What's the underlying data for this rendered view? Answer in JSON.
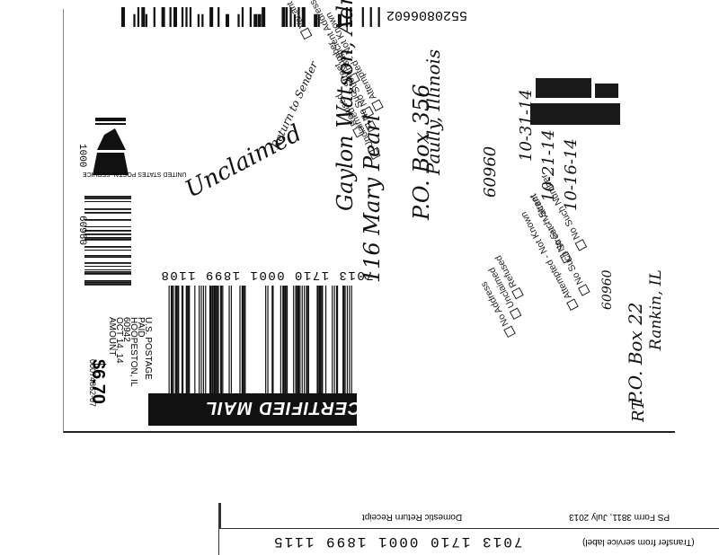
{
  "top_barcode_number": "5520806602",
  "usps_logo_text": "UNITED STATES POSTAL SERVICE",
  "left_numbers": {
    "n1": "1000",
    "n2": "60960"
  },
  "postage": {
    "line1": "U.S. POSTAGE",
    "line2": "PAID",
    "line3": "HOOPESTON, IL",
    "line4": "60942",
    "line5": "OCT 14, 14",
    "line6": "AMOUNT",
    "amount": "$6.70",
    "code": "00074862-07"
  },
  "tracking_number": "7013 1710 0001 1899 1108",
  "certified_mail": "CERTIFIED MAIL",
  "handwriting": {
    "recipient_name": "Gaylon Watson, Adm. Mary Pearl",
    "street": "116 Mary Pearl",
    "po_box": "P.O. Box 356",
    "unclaimed": "Unclaimed",
    "ret_name": "Paully, Illinois",
    "city_zip_1": "60960",
    "dates": [
      "10-16-14",
      "10-21-14",
      "10-31-14"
    ],
    "side_box": "P.O. Box 22",
    "side_city": "Rankin, IL",
    "side_zip": "60960",
    "return_to": "Return to Sender",
    "initials": "RT"
  },
  "checklist_top": [
    "Vacant",
    "Insufficient Address",
    "Attempted - Not Known",
    "No Such Number",
    "No Such Street",
    "Refused",
    "Unclaimed"
  ],
  "checklist_right": [
    "No Such Number",
    "No Such Street",
    "No Such Street - Vacant",
    "Attempted - Not Known",
    "Refused",
    "Unclaimed",
    "No Address"
  ],
  "receipt": {
    "form": "PS Form 3811, July 2013",
    "title": "Domestic Return Receipt",
    "transfer": "(Transfer from service label)",
    "number": "7013 1710 0001 1899 1115"
  }
}
